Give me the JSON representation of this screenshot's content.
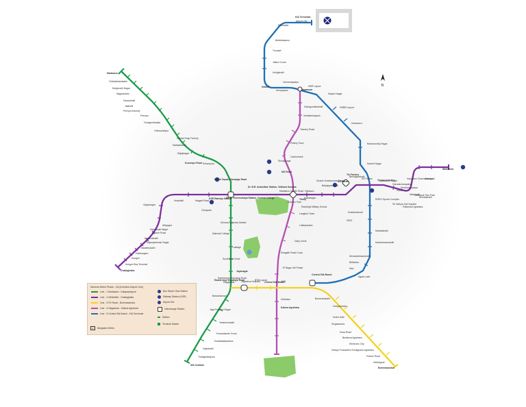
{
  "colors": {
    "green": "#1a9a4a",
    "purple": "#7b2f9c",
    "yellow": "#f3d21c",
    "blue": "#1f6fb5",
    "airport": "#1a237e"
  },
  "icons": [
    "airport-icon",
    "north-arrow-icon",
    "interchange-icon",
    "bus-station-icon",
    "railway-station-icon"
  ],
  "compass": {
    "label": "N"
  },
  "stations": {
    "green": [
      "Madavara",
      "Chikkabidarakallu",
      "Manjunath Nagar",
      "Nagasandra",
      "Dasarahalli",
      "Jalahalli",
      "Peenya Industry",
      "Peenya",
      "Goraguntepalya",
      "Yeshwanthpur",
      "Sandal Soap Factory",
      "Mahalakshmi",
      "Rajajinagar",
      "Kuvempu Road",
      "Srirampura",
      "Mantri Square Sampige Road",
      "Chickpete",
      "Krishna Rajendra Market",
      "National College",
      "Lalbagh",
      "South End Circle",
      "Jayanagar",
      "Rashtreeya Vidyalaya Road",
      "Banashankari",
      "Jaya Prakash Nagar",
      "Yelachenahalli",
      "Konanakunte Cross",
      "Doddakallasandra",
      "Vajarahalli",
      "Thalaghattapura",
      "Silk Institute"
    ],
    "purple": [
      "Challaghatta",
      "Kengeri Bus Terminal",
      "Kengeri",
      "Pattanagere",
      "Jnanabharathi",
      "Rajarajeshwari Nagar",
      "Nayandahalli",
      "Mysore Road",
      "Deepanjali Nagar",
      "Attiguppe",
      "Vijayanagar",
      "Hosahalli",
      "Magadi Road",
      "KSR Railway Station",
      "Sir M. Visvesvaraya Station, Central College",
      "Dr. B.R. Ambedkar Station, Vidhana Soudha",
      "Cubbon Park",
      "Mahatma Gandhi Road",
      "Trinity",
      "Halasuru",
      "Indiranagar",
      "Swami Vivekananda Road",
      "Baiyappanahalli",
      "Benniganahalli",
      "KR Puram",
      "Singayyanapalya",
      "Garudacharapalya",
      "Hoodi",
      "Seetharampalya",
      "Kundalahalli",
      "Nallurhalli",
      "Sri Sathya Sai Hospital",
      "Pattandur Agrahara",
      "Kadugodi Tree Park",
      "Hopefarm Channasandra",
      "Kadugodi",
      "Whitefield"
    ],
    "yellow": [
      "Rashtreeya Vidyalaya Road",
      "Ragigudda",
      "Jayadeva Hospital",
      "BTM Layout",
      "Central Silk Board",
      "Bommanahalli",
      "Hongasandra",
      "Kudlu Gate",
      "Singasandra",
      "Hosa Road",
      "Beratena Agrahara",
      "Electronic City",
      "Infosys Foundation Konappana Agrahara",
      "Huskur Road",
      "Hebbagodi",
      "Bommasandra"
    ],
    "pink": [
      "Nagawara",
      "Kadugundanahalli",
      "Venkateshapura",
      "Tannery Road",
      "Pottery Town",
      "Cantonment",
      "Shivajinagar",
      "MG Road",
      "Rashtriya Military School",
      "Langford Town",
      "Lakkasandra",
      "Dairy Circle",
      "Swagath Road Cross",
      "JP Nagar 4th Phase",
      "IIMB",
      "Hulimavu",
      "Kalena Agrahara"
    ],
    "blue": [
      "KIA Terminals",
      "Airport City",
      "Doddajala",
      "Bettahalasuru",
      "Trumpet",
      "Jakkur Cross",
      "Kodigehalli",
      "Hebbal",
      "Kempapura",
      "Veerannapalya",
      "HBR Layout",
      "Kalyan Nagar",
      "HRBR Layout",
      "Horamavu",
      "Ramamurthy Nagar",
      "Kasturi Nagar",
      "Tin Factory",
      "KR Puram",
      "Saraswathi Nagar",
      "DRDO Sports Complex",
      "Doddanekundi",
      "ISRO",
      "Marathahalli",
      "Kadubeesanahalli",
      "Devarabeesanahalli",
      "Bellandur",
      "Iblur",
      "Agara Lake",
      "Central Silk Board"
    ]
  },
  "legend": {
    "title": "Namma Metro Phase - 2A (includes Airport Line)",
    "lines": [
      {
        "label": "Line - 1 Madavara - Kalapaprapura",
        "color": "#1a9a4a"
      },
      {
        "label": "Line - 2 Whitefield - Challaghatta",
        "color": "#7b2f9c"
      },
      {
        "label": "Line - 3 RV Road - Bommasandra",
        "color": "#f3d21c"
      },
      {
        "label": "Line - 4 Nagawara - Kalena Agrahara",
        "color": "#b44fb0"
      },
      {
        "label": "Line - 5 Central Silk Board - KIA Terminals",
        "color": "#1f6fb5"
      }
    ],
    "icons": [
      {
        "label": "Bus Stand / Bus Station"
      },
      {
        "label": "Railway Station (KSR)"
      },
      {
        "label": "Airport KIA"
      },
      {
        "label": "Interchange Station"
      },
      {
        "label": "Station"
      },
      {
        "label": "Terminal Station"
      }
    ],
    "cc": "cc",
    "credit": "Bangalore Metro"
  }
}
